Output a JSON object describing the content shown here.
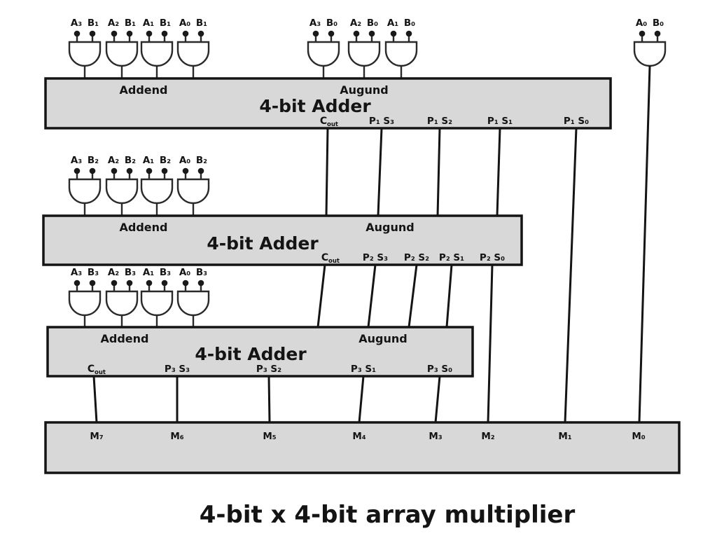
{
  "title": "4-bit x 4-bit array multiplier",
  "adder_label": "4-bit Adder",
  "addend_label": "Addend",
  "augend_label": "Augund",
  "cout": {
    "main": "C",
    "sub": "out"
  },
  "inputs": {
    "a3": "A₃",
    "a2": "A₂",
    "a1": "A₁",
    "a0": "A₀",
    "b3": "B₃",
    "b2": "B₂",
    "b1": "B₁",
    "b0": "B₀"
  },
  "sums": {
    "p1s3": "P₁ S₃",
    "p1s2": "P₁ S₂",
    "p1s1": "P₁ S₁",
    "p1s0": "P₁ S₀",
    "p2s3": "P₂ S₃",
    "p2s2": "P₂ S₂",
    "p2s1": "P₂ S₁",
    "p2s0": "P₂ S₀",
    "p3s3": "P₃ S₃",
    "p3s2": "P₃ S₂",
    "p3s1": "P₃ S₁",
    "p3s0": "P₃ S₀"
  },
  "products": {
    "m7": "M₇",
    "m6": "M₆",
    "m5": "M₅",
    "m4": "M₄",
    "m3": "M₃",
    "m2": "M₂",
    "m1": "M₁",
    "m0": "M₀"
  }
}
